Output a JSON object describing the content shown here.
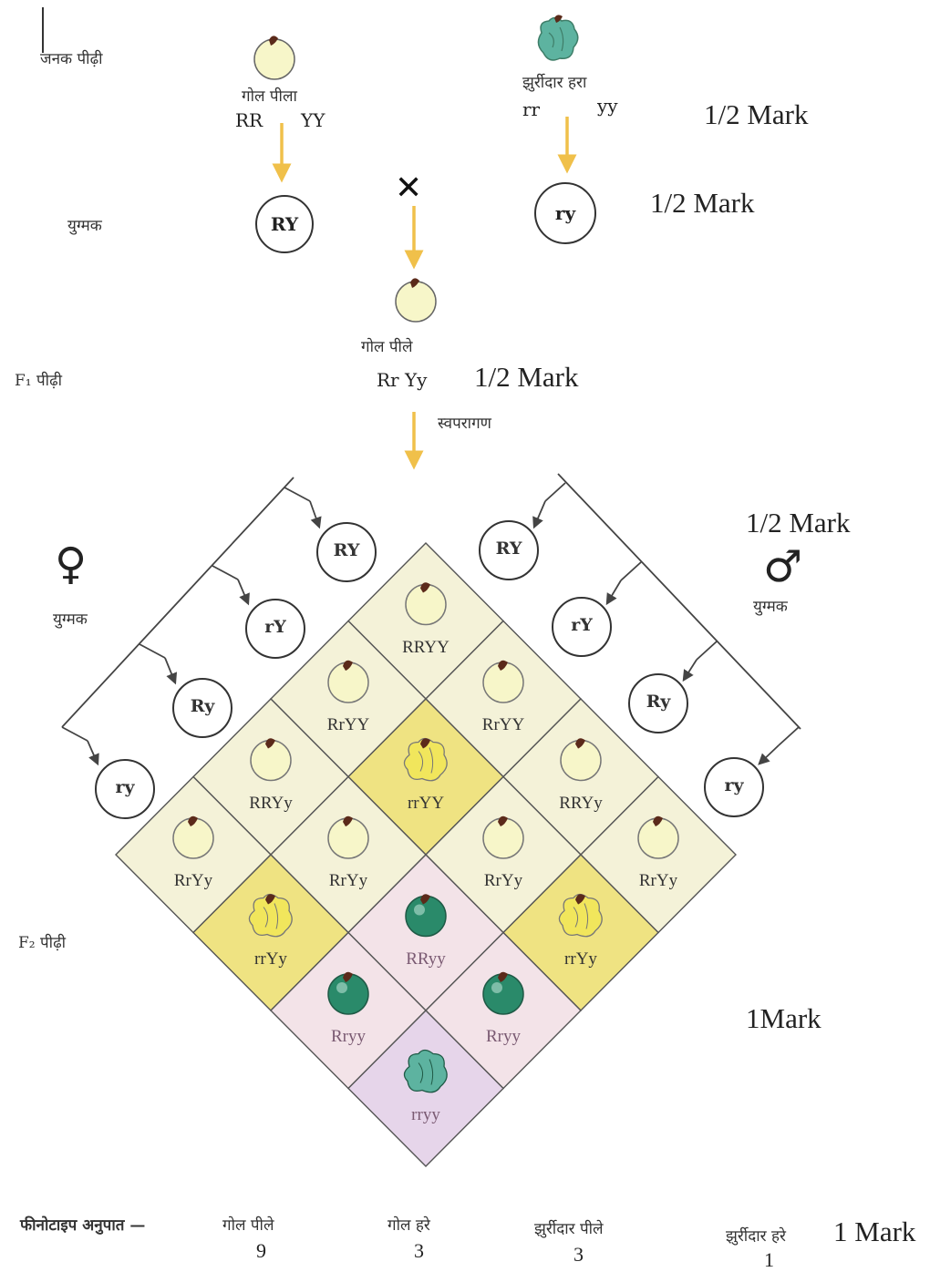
{
  "parent": {
    "generation_label": "जनक पीढ़ी",
    "left": {
      "phenotype": "गोल पीला",
      "genotype_a": "RR",
      "genotype_b": "YY"
    },
    "right": {
      "phenotype": "झुर्रीदार हरा",
      "genotype_a": "rr",
      "genotype_b": "yy"
    }
  },
  "gamete_row": {
    "label": "युग्मक",
    "left": "RY",
    "right": "ry",
    "cross": "✕"
  },
  "f1": {
    "generation_label": "F₁ पीढ़ी",
    "phenotype": "गोल पीले",
    "genotype": "Rr Yy",
    "process": "स्वपरागण"
  },
  "female": {
    "symbol": "♀",
    "label": "युग्मक",
    "gametes": [
      "RY",
      "rY",
      "Ry",
      "ry"
    ]
  },
  "male": {
    "symbol": "♂",
    "label": "युग्मक",
    "gametes": [
      "RY",
      "rY",
      "Ry",
      "ry"
    ]
  },
  "f2": {
    "generation_label": "F₂ पीढ़ी",
    "grid": [
      [
        "RRYY",
        "RrYY",
        "RRYy",
        "RrYy"
      ],
      [
        "RrYY",
        "rrYY",
        "RrYy",
        "rrYy"
      ],
      [
        "RRYy",
        "RrYy",
        "RRyy",
        "Rryy"
      ],
      [
        "RrYy",
        "rrYy",
        "Rryy",
        "rryy"
      ]
    ]
  },
  "marks": {
    "m1": "1/2 Mark",
    "m2": "1/2 Mark",
    "m3": "1/2 Mark",
    "m4": "1/2 Mark",
    "m5": "1Mark",
    "m6": "1 Mark"
  },
  "ratio": {
    "label": "फीनोटाइप अनुपात —",
    "items": [
      {
        "name": "गोल पीले",
        "value": "9"
      },
      {
        "name": "गोल हरे",
        "value": "3"
      },
      {
        "name": "झुर्रीदार पीले",
        "value": "3"
      },
      {
        "name": "झुर्रीदार हरे",
        "value": "1"
      }
    ]
  },
  "colors": {
    "round_yellow": "#f7f6c9",
    "wrinkled_yellow": "#f1e65c",
    "round_green": "#2a8a6a",
    "wrinkled_green": "#5db3a0",
    "cell_yellow": "#f4f2d8",
    "cell_yellow_dark": "#efe382",
    "cell_pink": "#f3e3e8",
    "cell_lilac": "#e6d5ea",
    "arrow": "#f0c04a"
  }
}
